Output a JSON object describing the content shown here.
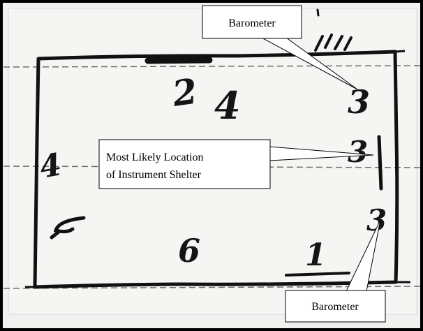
{
  "figure": {
    "callouts": [
      {
        "id": "barometer-top",
        "text": "Barometer"
      },
      {
        "id": "shelter",
        "lines": [
          "Most Likely Location",
          "of Instrument Shelter"
        ]
      },
      {
        "id": "barometer-bottom",
        "text": "Barometer"
      }
    ],
    "handwritten": [
      "2",
      "4",
      "3",
      "3",
      "4",
      "5",
      "3",
      "6",
      "1"
    ],
    "colors": {
      "frame": "#000000",
      "paper": "#f1f1ef",
      "ink": "#151515",
      "callout_fill": "#ffffff"
    }
  }
}
